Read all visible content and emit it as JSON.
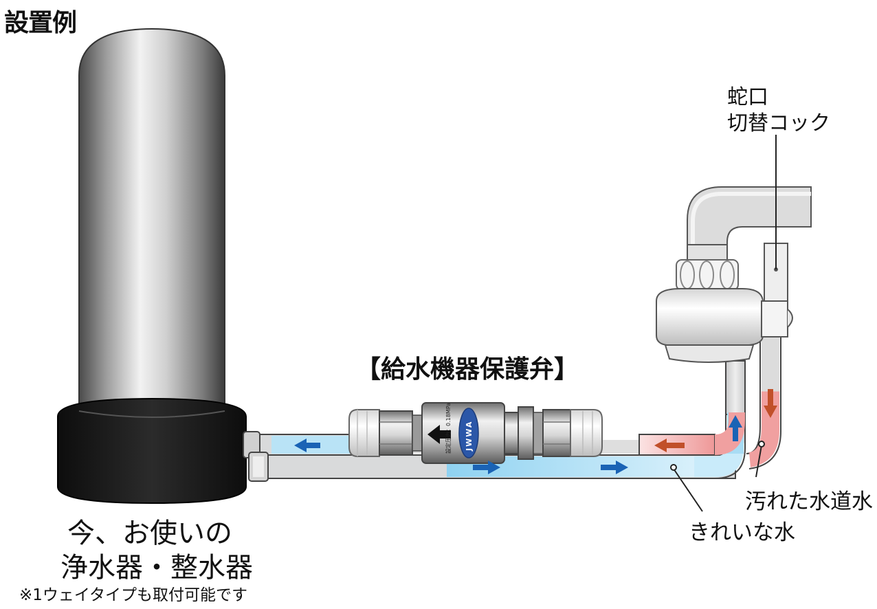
{
  "title": "設置例",
  "valve": {
    "title": "【給水機器保護弁】",
    "badge": "JWWA",
    "spec": "設定圧力：0.18MPa"
  },
  "faucet": {
    "line1": "蛇口",
    "line2": "切替コック"
  },
  "labels": {
    "dirty_water": "汚れた水道水",
    "clean_water": "きれいな水"
  },
  "purifier": {
    "line1": "今、お使いの",
    "line2": "浄水器・整水器"
  },
  "note": "※1ウェイタイプも取付可能です",
  "colors": {
    "dirty_water": "#f0a0a0",
    "dirty_arrow": "#c1502a",
    "clean_water": "#a8dcf4",
    "flow_arrow": "#1a63b5",
    "pipe": "#d9dadb",
    "purifier_base": "#1a1a1a"
  }
}
